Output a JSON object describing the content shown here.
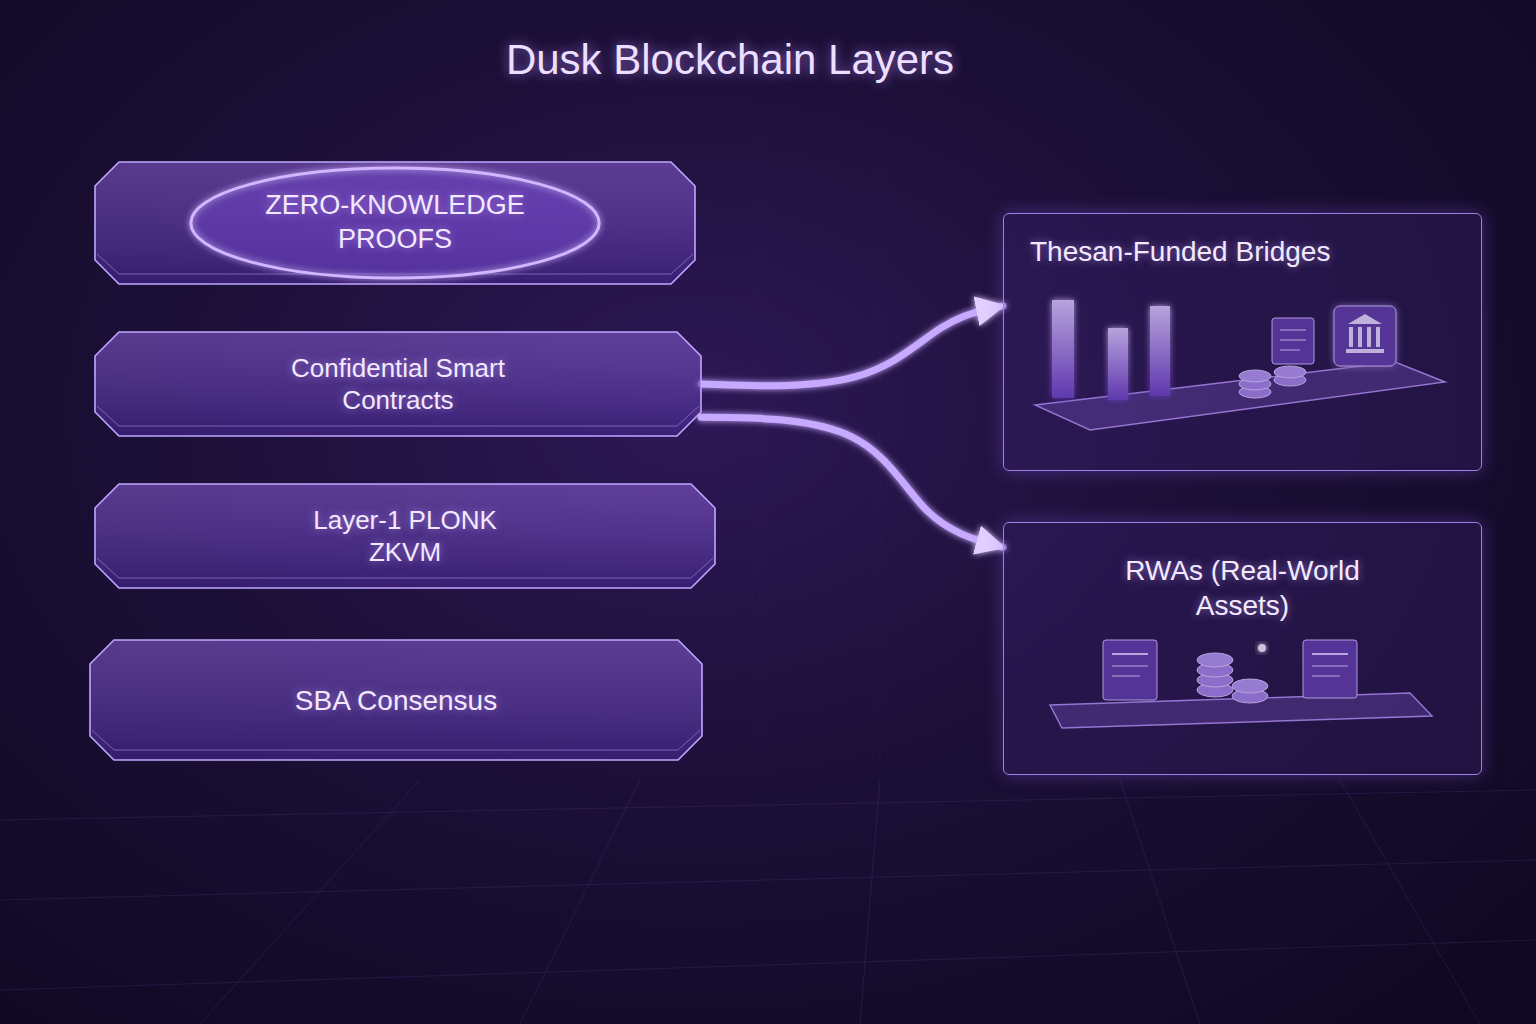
{
  "diagram": {
    "title": "Dusk Blockchain Layers",
    "nodes": [
      {
        "text": [
          "ZERO-KNOWLEDGE PROOFS"
        ]
      },
      {
        "text": [
          "Confidential Smart Contracts"
        ]
      },
      {
        "text": [
          "Layer-1 PLONK ZKVM"
        ]
      },
      {
        "text": [
          "SBA Consensus"
        ]
      },
      {
        "text": [
          "Thesan-Funded Bridges"
        ]
      },
      {
        "text": [
          "RWAs (Real-World Assets)"
        ]
      }
    ],
    "edges": [
      {
        "from": 3,
        "to": 2,
        "arrow": "to"
      },
      {
        "from": 2,
        "to": 1,
        "arrow": "to"
      },
      {
        "from": 1,
        "to": 0,
        "arrow": "to"
      },
      {
        "from": 1,
        "to": 4,
        "arrow": "to"
      },
      {
        "from": 1,
        "to": 5,
        "arrow": "to"
      }
    ]
  }
}
